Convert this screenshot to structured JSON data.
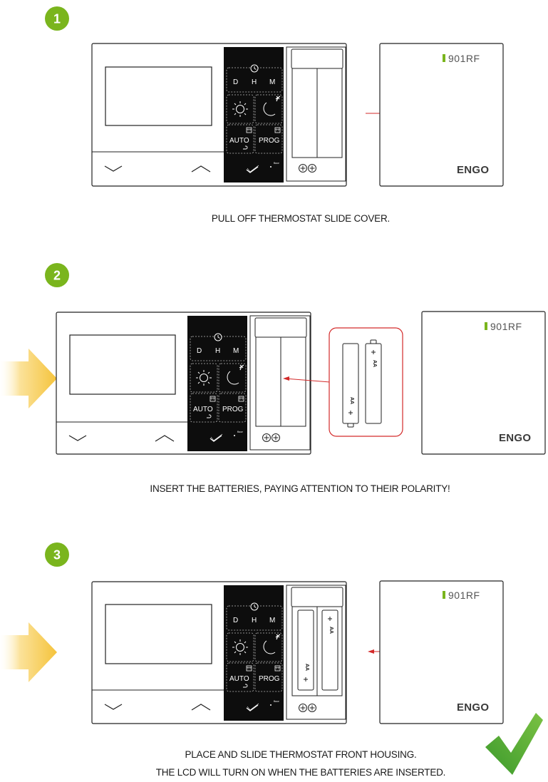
{
  "steps": [
    {
      "number": "1",
      "caption": "PULL OFF THERMOSTAT SLIDE COVER."
    },
    {
      "number": "2",
      "caption": "INSERT THE BATTERIES, PAYING ATTENTION TO THEIR POLARITY!"
    },
    {
      "number": "3",
      "caption_line1": "PLACE AND SLIDE THERMOSTAT FRONT HOUSING.",
      "caption_line2": "THE LCD WILL TURN ON WHEN THE BATTERIES ARE INSERTED."
    }
  ],
  "device": {
    "keys": {
      "day": "D",
      "hour": "H",
      "minute": "M",
      "auto": "AUTO",
      "prog": "PROG",
      "floor": "floor"
    },
    "cover_model": "901RF",
    "cover_brand": "ENGO",
    "battery_label": "AA"
  },
  "colors": {
    "step_badge": "#7ab51d",
    "arrow_red": "#d32a2a",
    "checkmark": "#5daa2e",
    "highlight_arrow": "#f5c33b",
    "model_bar": "#7ab51d"
  },
  "icons": [
    "clock-icon",
    "sun-icon",
    "moon-icon",
    "airplane-icon",
    "calendar-icon",
    "return-icon",
    "check-icon",
    "arrow-down-icon",
    "arrow-up-icon",
    "screw-icon",
    "battery-icon",
    "large-checkmark-icon",
    "yellow-arrow-icon"
  ]
}
